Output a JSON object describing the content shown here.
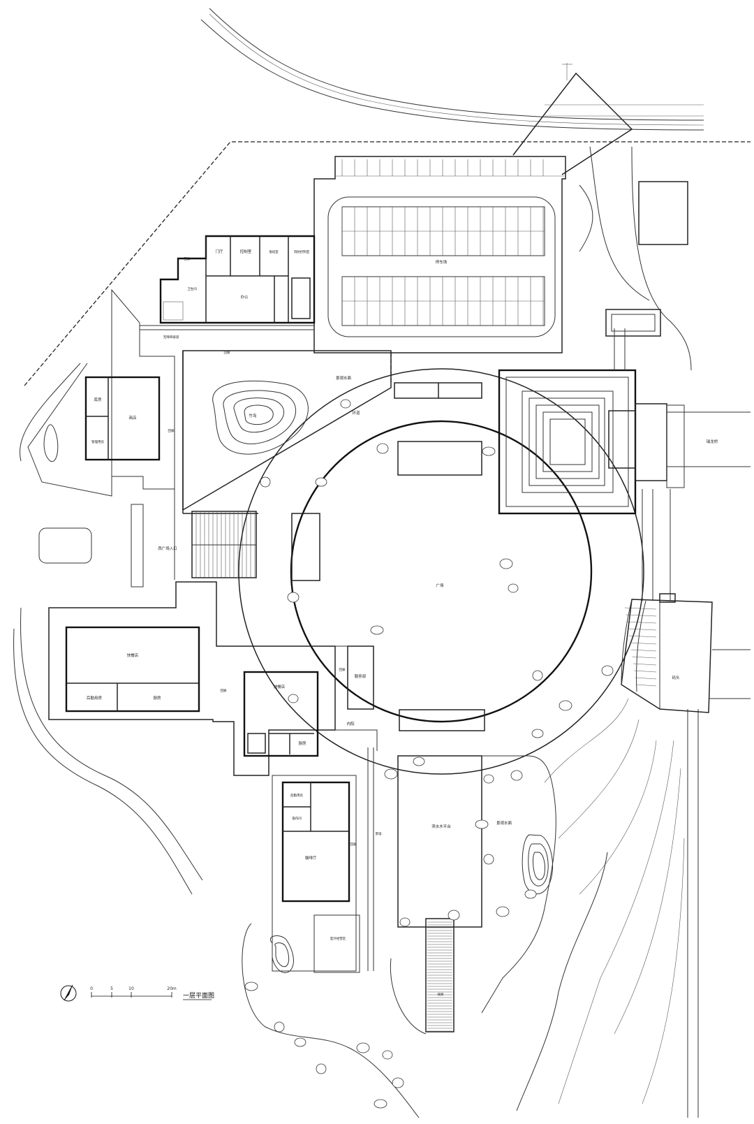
{
  "drawing": {
    "title": "一层平面图",
    "scale": {
      "ticks": [
        "0",
        "5",
        "10",
        "20m"
      ]
    }
  },
  "labels": {
    "parking": "停车场",
    "lobby": "门厅",
    "control_room": "控制室",
    "duty_room": "值班室",
    "security": "消防控制室",
    "office": "办公",
    "restroom": "卫生间",
    "corridor_n": "回廊",
    "bike": "无障碍坡道",
    "corridor_gallery": "回廊",
    "warehouse": "库房",
    "store": "商店",
    "mgmt_room": "管理用房",
    "west_entrance": "西广场入口",
    "corridor_w": "回廊",
    "bamboo_island": "竹岛",
    "landscape_water_n": "景观水面",
    "ring_path": "环道",
    "plaza": "广场",
    "bridge": "瑞龙桥",
    "fastfood1": "快餐店",
    "back_kitchen1": "后勤用房",
    "kitchen1": "厨房",
    "corridor_s": "回廊",
    "fastfood2": "快餐店",
    "kitchen2": "厨房",
    "service": "服务部",
    "corridor_e": "回廊",
    "courtyard": "内院",
    "back_room2": "后勤用房",
    "operation": "操作间",
    "cafe": "咖啡厅",
    "corridor_cafe": "回廊",
    "stairs": "景墙",
    "waterfront_deck": "滨水木平台",
    "landscape_water_s": "景观水面",
    "outdoor_area": "室外经营区",
    "dock": "码头",
    "pier": "栈桥"
  }
}
